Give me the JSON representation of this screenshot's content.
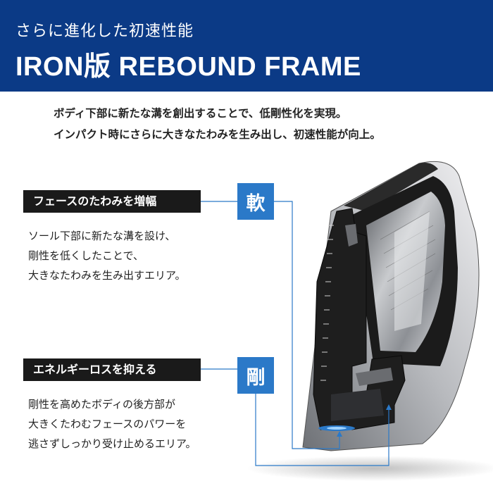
{
  "header": {
    "subtitle": "さらに進化した初速性能",
    "title": "IRON版 REBOUND FRAME",
    "background": "#0b3a86"
  },
  "intro": {
    "line1": "ボディ下部に新たな溝を創出することで、低剛性化を実現。",
    "line2": "インパクト時にさらに大きなたわみを生み出し、初速性能が向上。"
  },
  "soft_zone": {
    "label": "フェースのたわみを増幅",
    "tag": "軟",
    "desc": [
      "ソール下部に新たな溝を設け、",
      "剛性を低くしたことで、",
      "大きなたわみを生み出すエリア。"
    ]
  },
  "rigid_zone": {
    "label": "エネルギーロスを抑える",
    "tag": "剛",
    "desc": [
      "剛性を高めたボディの後方部が",
      "大きくたわむフェースのパワーを",
      "逃さずしっかり受け止めるエリア。"
    ]
  },
  "colors": {
    "accent": "#2b79c8",
    "label_bar": "#1a1a1a",
    "connector": "#2b79c8"
  }
}
